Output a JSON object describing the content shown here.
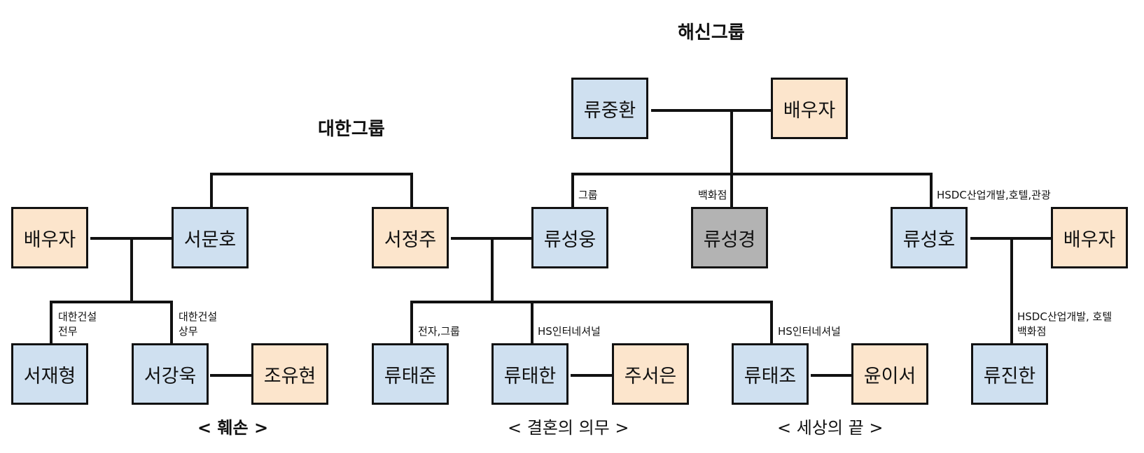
{
  "colors": {
    "male": "#cfe0f0",
    "female": "#fce5cc",
    "highlight": "#b3b3b3",
    "line": "#111111"
  },
  "groups": {
    "haesin": "해신그룹",
    "daehan": "대한그룹"
  },
  "people": {
    "ryu_junghwan": "류중환",
    "spouse_ryu_junghwan": "배우자",
    "ryu_seongwoong": "류성웅",
    "ryu_seongkyung": "류성경",
    "ryu_seongho": "류성호",
    "spouse_ryu_seongho": "배우자",
    "ryu_jinhan": "류진한",
    "spouse_seo_munho": "배우자",
    "seo_munho": "서문호",
    "seo_jeongju": "서정주",
    "seo_jaehyung": "서재형",
    "seo_kanguk": "서강욱",
    "jo_yuhyun": "조유현",
    "ryu_taejun": "류태준",
    "ryu_taehan": "류태한",
    "ju_seoeun": "주서은",
    "ryu_taejo": "류태조",
    "yun_iseo": "윤이서"
  },
  "notes": {
    "seongwoong": "그룹",
    "seongkyung": "백화점",
    "seongho": "HSDC산업개발,호텔,관광",
    "jinhan_1": "HSDC산업개발, 호텔",
    "jinhan_2": "백화점",
    "jaehyung_1": "대한건설",
    "jaehyung_2": "전무",
    "kanguk_1": "대한건설",
    "kanguk_2": "상무",
    "taejun": "전자,그룹",
    "taehan": "HS인터네셔널",
    "taejo": "HS인터네셔널"
  },
  "captions": {
    "damage": "< 훼손 >",
    "marriage": "< 결혼의 의무 >",
    "world_end": "< 세상의 끝 >"
  }
}
